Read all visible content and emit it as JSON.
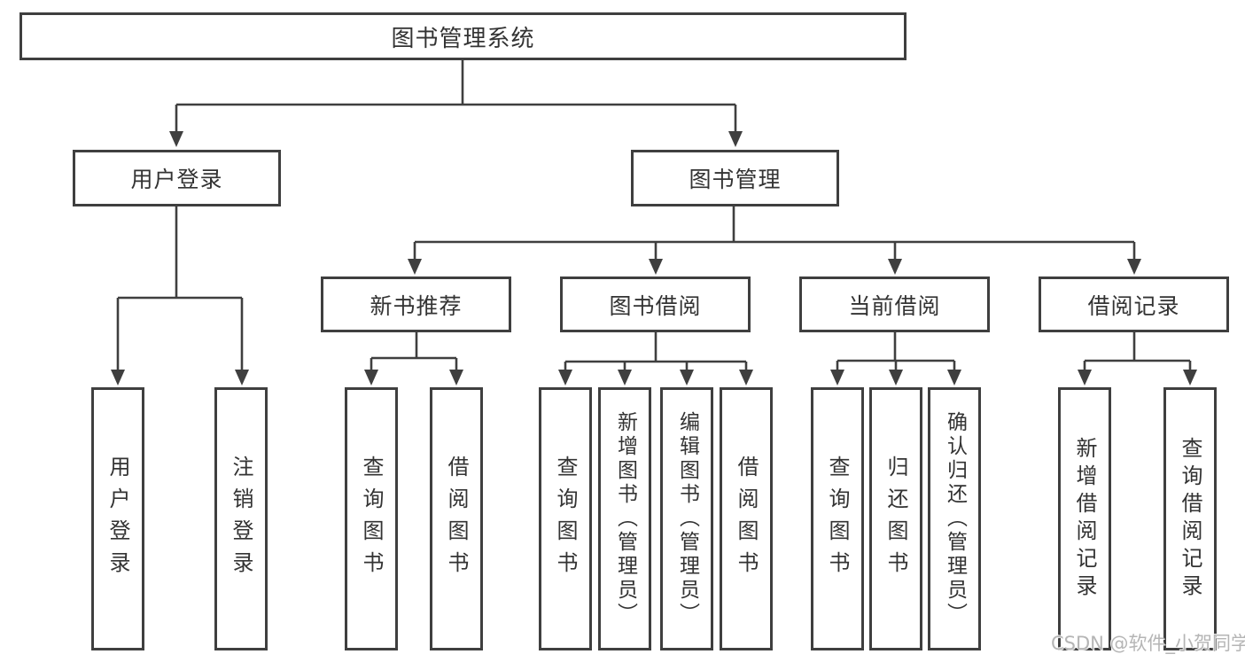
{
  "diagram": {
    "root": {
      "label": "图书管理系统"
    },
    "branches": {
      "user_login": {
        "label": "用户登录",
        "children": {
          "login": {
            "label": "用户登录"
          },
          "logout": {
            "label": "注销登录"
          }
        }
      },
      "book_management": {
        "label": "图书管理",
        "sections": {
          "new_book_recommend": {
            "label": "新书推荐",
            "children": {
              "query_books": {
                "label": "查询图书"
              },
              "borrow_books": {
                "label": "借阅图书"
              }
            }
          },
          "book_borrowing": {
            "label": "图书借阅",
            "children": {
              "query_books": {
                "label": "查询图书"
              },
              "add_books_admin": {
                "label": "新增图书（管理员）"
              },
              "edit_books_admin": {
                "label": "编辑图书（管理员）"
              },
              "borrow_books": {
                "label": "借阅图书"
              }
            }
          },
          "current_borrowing": {
            "label": "当前借阅",
            "children": {
              "query_books": {
                "label": "查询图书"
              },
              "return_books": {
                "label": "归还图书"
              },
              "confirm_return_admin": {
                "label": "确认归还（管理员）"
              }
            }
          },
          "borrowing_records": {
            "label": "借阅记录",
            "children": {
              "add_borrow_record": {
                "label": "新增借阅记录"
              },
              "query_borrow_record": {
                "label": "查询借阅记录"
              }
            }
          }
        }
      }
    }
  },
  "watermark": {
    "text": "CSDN @软件_小贺同学"
  },
  "colors": {
    "line": "#3f3f3f",
    "box_border": "#3f3f3f",
    "text": "#333333",
    "watermark": "#b5b5b5",
    "background": "#ffffff"
  }
}
